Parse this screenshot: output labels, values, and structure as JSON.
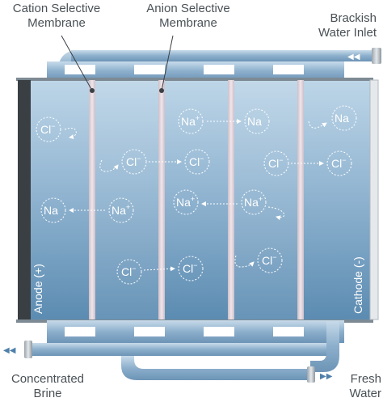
{
  "labels": {
    "cation_membrane": [
      "Cation Selective",
      "Membrane"
    ],
    "anion_membrane": [
      "Anion Selective",
      "Membrane"
    ],
    "inlet": [
      "Brackish",
      "Water Inlet"
    ],
    "brine": [
      "Concentrated",
      "Brine"
    ],
    "fresh": [
      "Fresh",
      "Water"
    ],
    "anode": "Anode (+)",
    "cathode": "Cathode (-)"
  },
  "ions": {
    "cl": "Cl",
    "cl_sup": "−",
    "na": "Na",
    "na_sup": "+"
  },
  "colors": {
    "pipe": "#8fb2cf",
    "tank_top": "#bcd4e6",
    "tank_bottom": "#5f8fb4",
    "membrane": "#e6d8de",
    "label": "#4a5156"
  }
}
